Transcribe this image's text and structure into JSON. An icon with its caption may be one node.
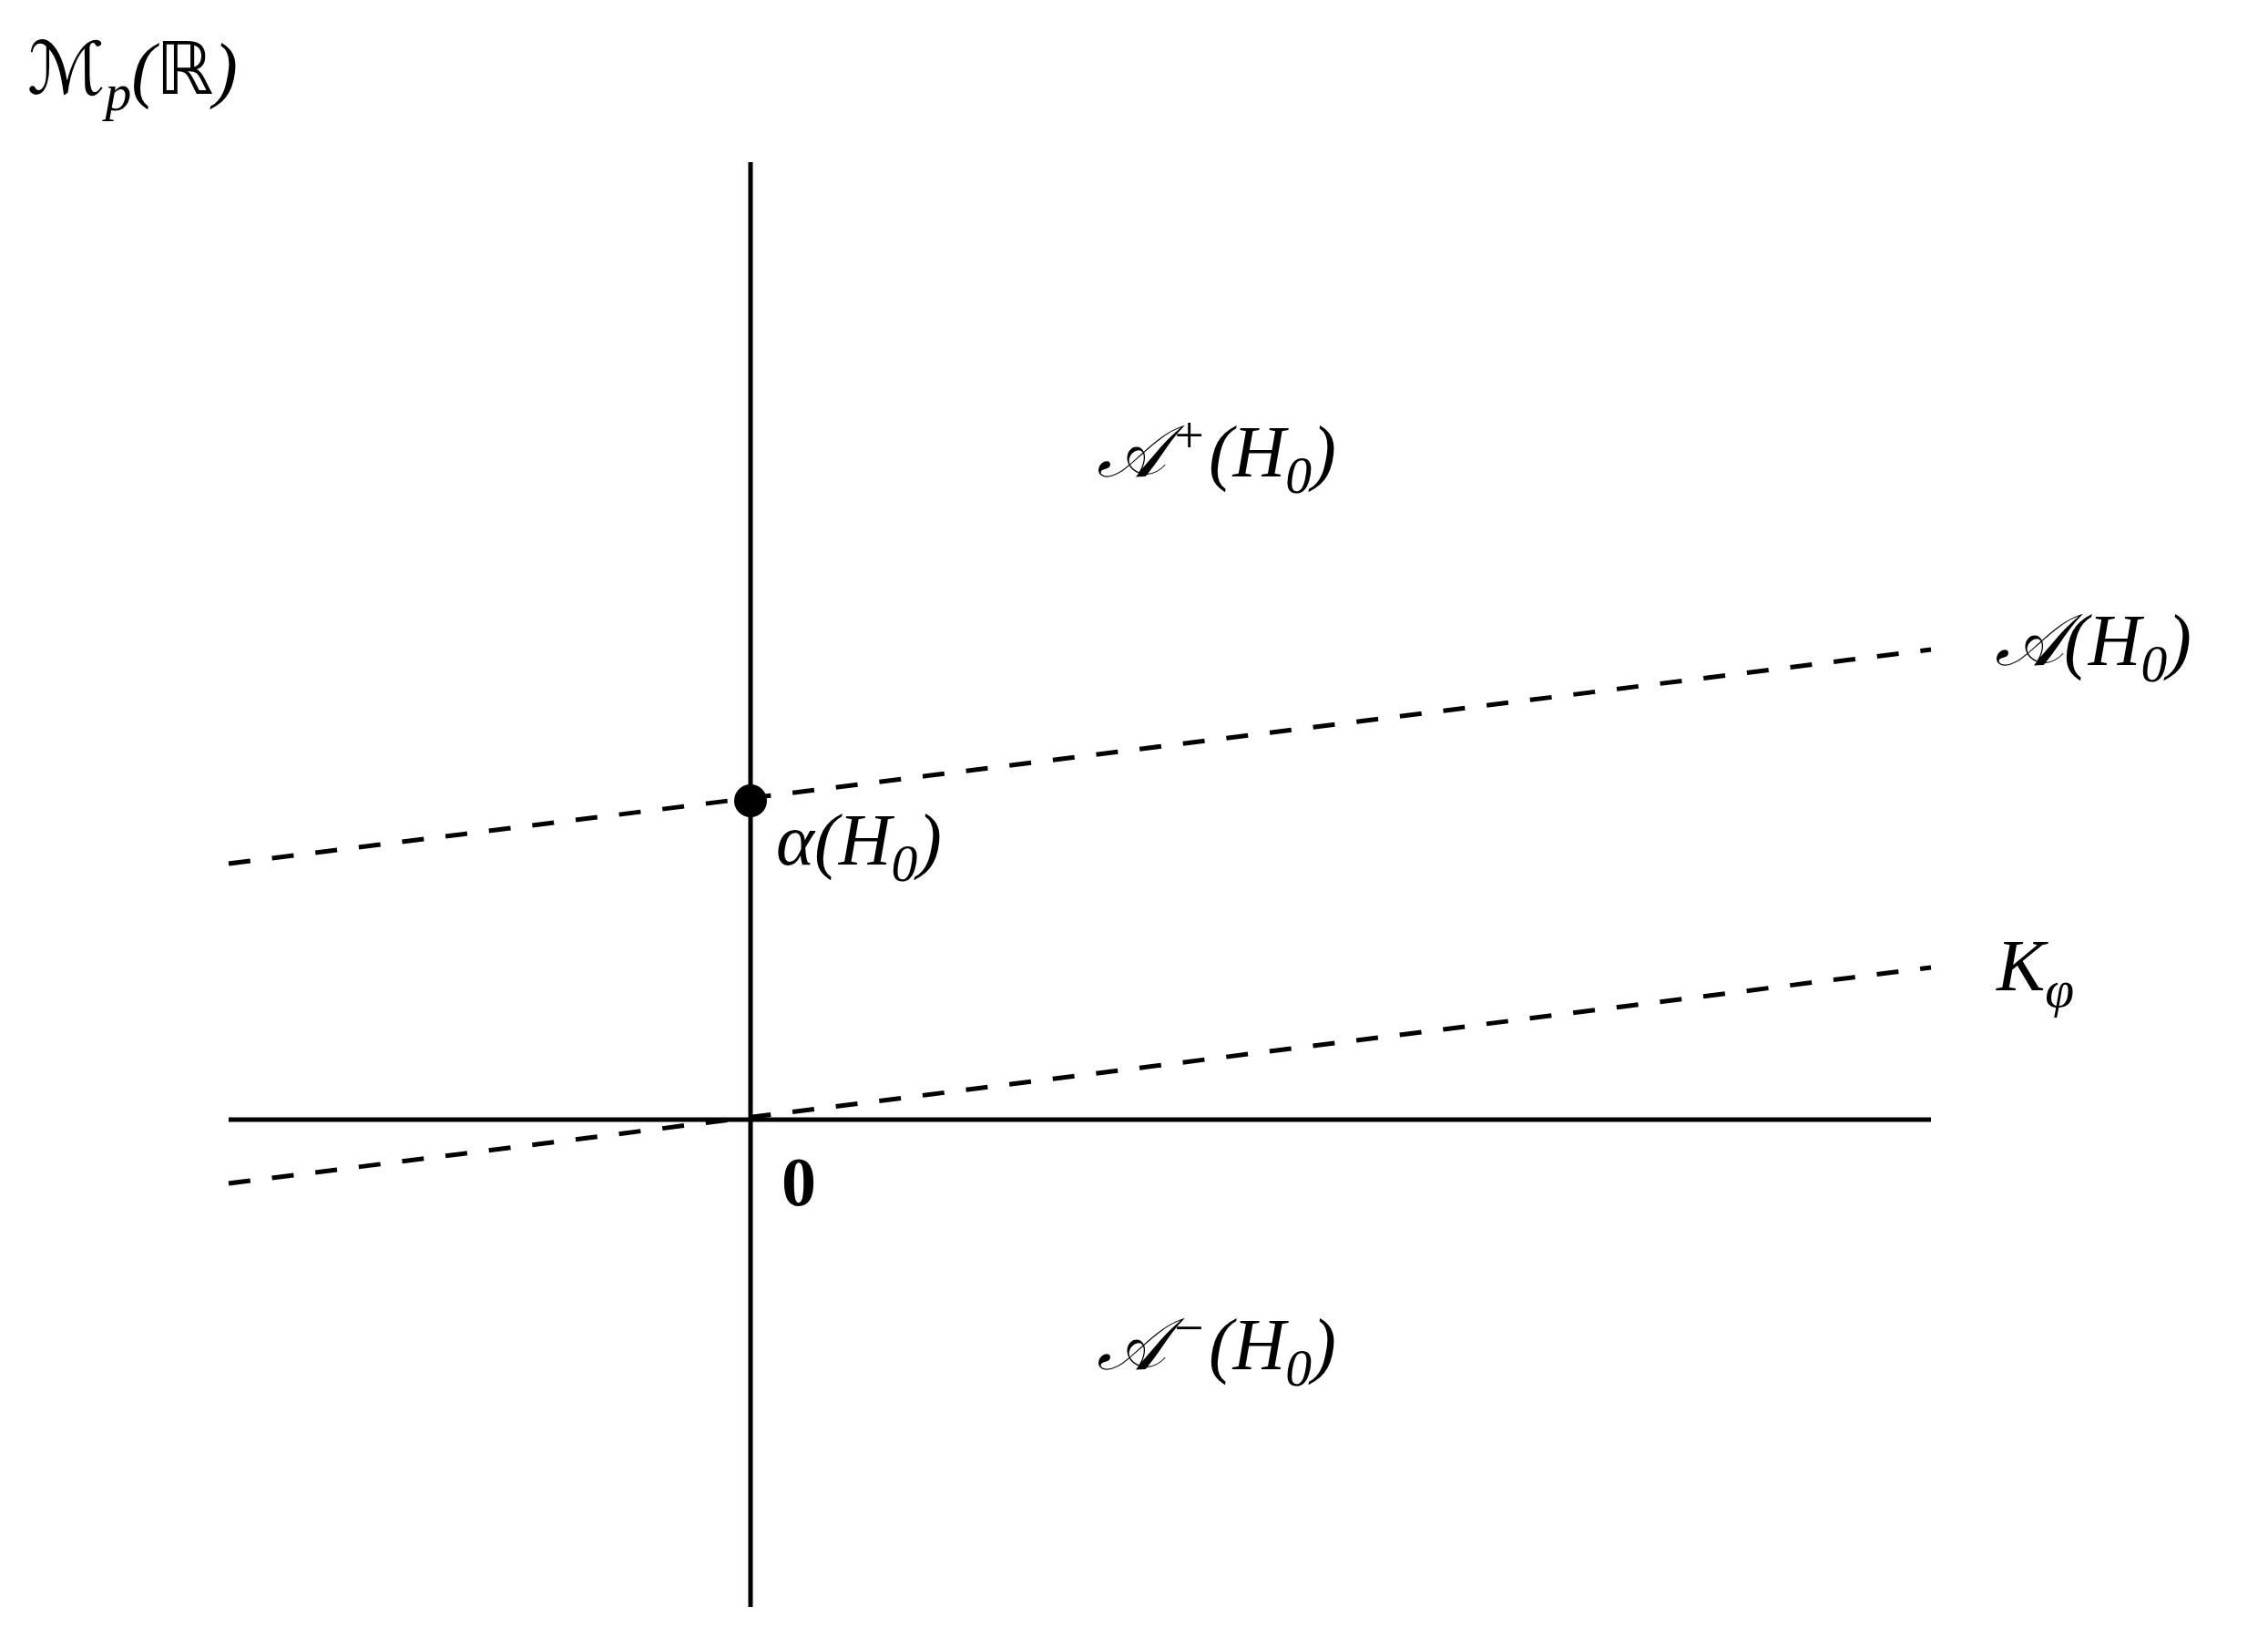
{
  "diagram": {
    "labels": [
      "ℳ$_{p}$(ℝ)",
      "𝒜$^{+}$(H$_{0}$)",
      "𝒜(H$_{0}$)",
      "α(H$_{0}$)",
      "K$_{φ}$",
      "0",
      "𝒜$^{−}$(H$_{0}$)"
    ]
  }
}
